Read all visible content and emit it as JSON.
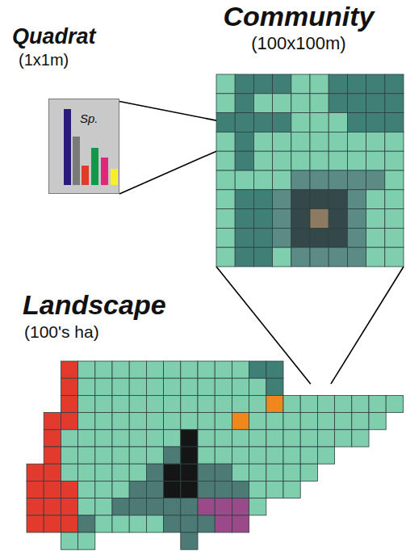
{
  "diagram": {
    "nodes": [
      {
        "text": [
          "Quadrat",
          "(1x1m)",
          "Sp."
        ]
      },
      {
        "text": [
          "Community",
          "(100x100m)"
        ]
      },
      {
        "text": [
          "Landscape",
          "(100's ha)"
        ]
      }
    ],
    "edges": [
      {
        "from": 0,
        "to": 1,
        "arrow": "none"
      },
      {
        "from": 0,
        "to": 1,
        "arrow": "none"
      },
      {
        "from": 1,
        "to": 2,
        "arrow": "none"
      },
      {
        "from": 1,
        "to": 2,
        "arrow": "none"
      }
    ]
  }
}
